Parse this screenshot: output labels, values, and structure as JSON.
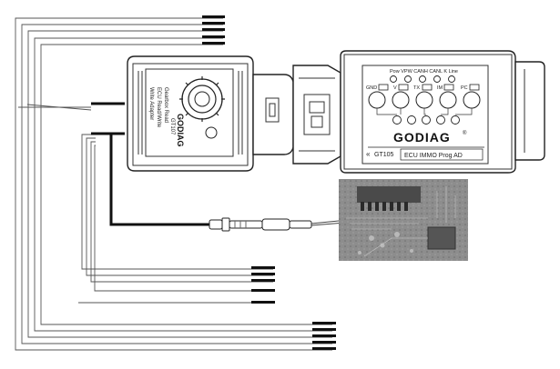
{
  "devices": {
    "adapter": {
      "brand": "GODIAG",
      "model": "GT107",
      "text_line1": "Gearbox Read",
      "text_line2": "ECU Read/Write",
      "text_line3": "Write Adapter"
    },
    "main_unit": {
      "brand": "GODIAG",
      "brand_mark": "®",
      "model": "GT105",
      "subtitle": "ECU IMMO Prog AD",
      "top_labels": "Pow VPW CANH CANL K Line",
      "pin_labels": [
        "GND",
        "V",
        "TX",
        "IM",
        "PC"
      ]
    }
  },
  "photo": {
    "description_visible": false
  }
}
